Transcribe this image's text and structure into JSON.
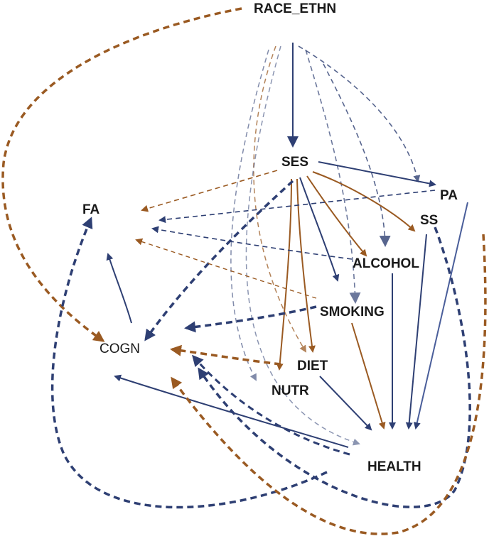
{
  "colors": {
    "blue": "#2e3f73",
    "brown": "#9a5a22",
    "text": "#1a1a1a"
  },
  "nodes": {
    "race_ethn": "RACE_ETHN",
    "ses": "SES",
    "pa": "PA",
    "ss": "SS",
    "fa": "FA",
    "alcohol": "ALCOHOL",
    "smoking": "SMOKING",
    "cogn": "COGN",
    "diet": "DIET",
    "nutr": "NUTR",
    "health": "HEALTH"
  }
}
